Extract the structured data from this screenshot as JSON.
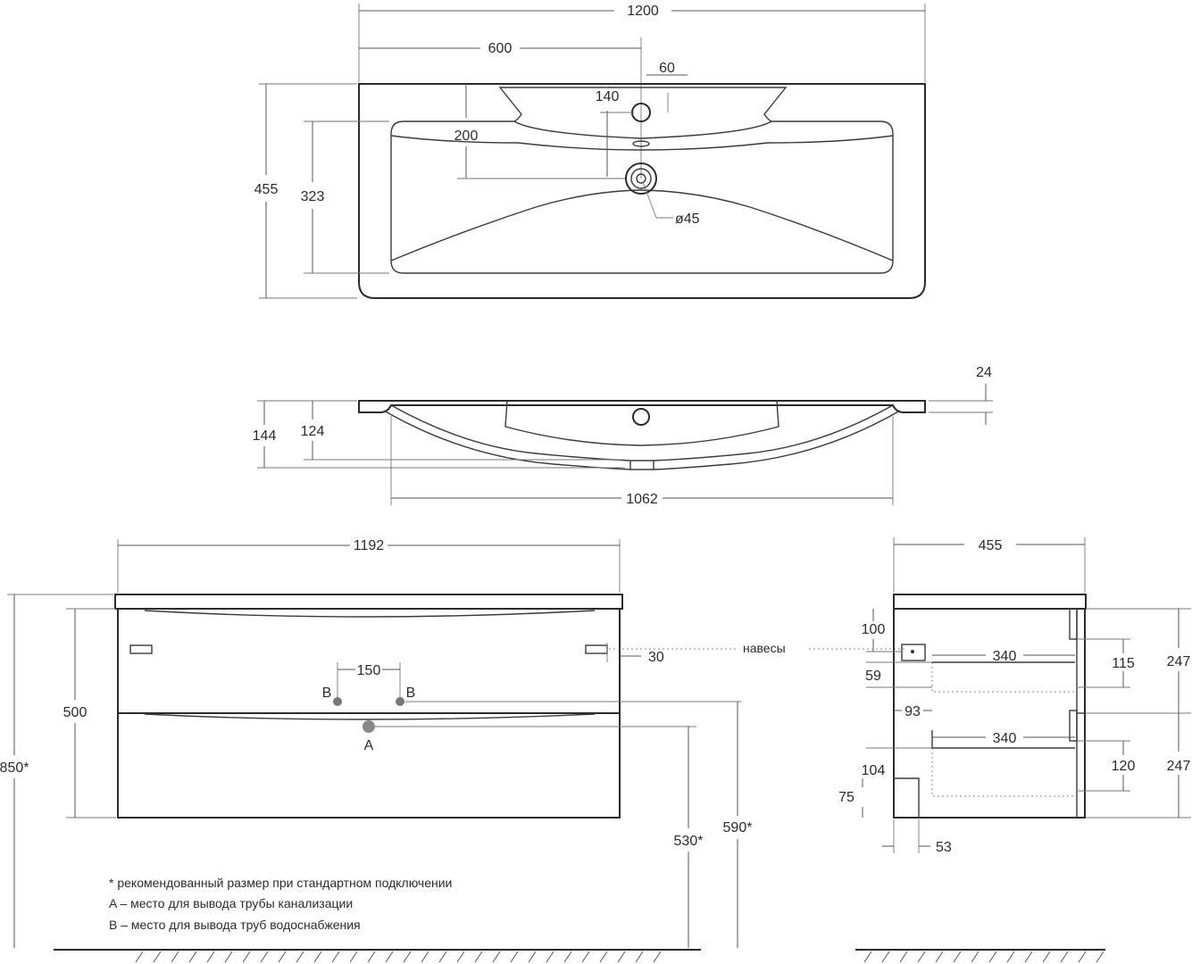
{
  "top_view": {
    "width": "1200",
    "half_width": "600",
    "tap_offset": "60",
    "tap_hole_depth": "140",
    "overflow_depth": "200",
    "depth": "455",
    "bowl_depth": "323",
    "drain_diameter": "ø45"
  },
  "side_view": {
    "rim": "24",
    "total_height": "144",
    "bowl_height": "124",
    "bowl_width": "1062"
  },
  "front_view": {
    "width": "1192",
    "height": "500",
    "total_height": "850*",
    "supply_spacing": "150",
    "hinge_offset": "30",
    "supply_label_left": "B",
    "supply_label_right": "B",
    "drain_label": "A",
    "drain_height": "530*",
    "supply_height": "590*",
    "hinges_label": "навесы"
  },
  "profile_view": {
    "depth": "455",
    "hinge_top": "100",
    "drawer1_depth": "340",
    "drawer1_height": "115",
    "drawer1_offset": "59",
    "drawer_setback": "93",
    "drawer2_depth": "340",
    "drawer2_height": "120",
    "bottom_offset": "104",
    "plinth": "75",
    "plinth_depth": "53",
    "facade_top": "247",
    "facade_bottom": "247"
  },
  "notes": [
    "* рекомендованный размер при стандартном подключении",
    "A – место для вывода трубы канализации",
    "B – место для вывода труб водоснабжения"
  ]
}
